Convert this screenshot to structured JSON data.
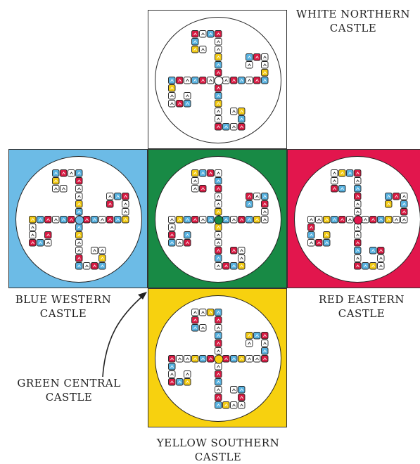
{
  "colors": {
    "white": "#ffffff",
    "blue": "#6cbbe6",
    "green": "#188a45",
    "red": "#e2164d",
    "yellow": "#f7d10f",
    "ink": "#222222",
    "tile_red": "#d81b43",
    "tile_blue": "#58b2e0",
    "tile_yellow": "#f2ca15",
    "tile_white": "#ffffff"
  },
  "castles": [
    {
      "id": "white",
      "label_line1": "WHITE NORTHERN",
      "label_line2": "CASTLE",
      "square_color": "#ffffff",
      "hub_color": "#ffffff"
    },
    {
      "id": "blue",
      "label_line1": "BLUE WESTERN",
      "label_line2": "CASTLE",
      "square_color": "#6cbbe6",
      "hub_color": "#6cbbe6"
    },
    {
      "id": "green",
      "label_line1": "GREEN CENTRAL",
      "label_line2": "CASTLE",
      "square_color": "#188a45",
      "hub_color": "#188a45"
    },
    {
      "id": "red",
      "label_line1": "RED EASTERN",
      "label_line2": "CASTLE",
      "square_color": "#e2164d",
      "hub_color": "#e2164d"
    },
    {
      "id": "yellow",
      "label_line1": "YELLOW SOUTHERN",
      "label_line2": "CASTLE",
      "square_color": "#f7d10f",
      "hub_color": "#f7d10f"
    }
  ]
}
